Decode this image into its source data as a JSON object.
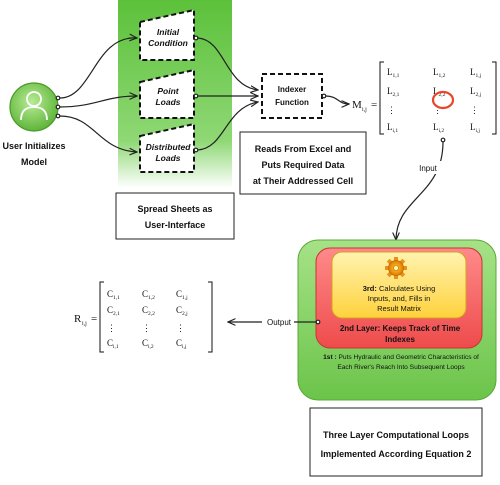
{
  "user": {
    "label_line1": "User Initializes",
    "label_line2": "Model",
    "icon": "person-icon",
    "color": "#7fcf52"
  },
  "spreadsheets": {
    "items": [
      {
        "line1": "Initial",
        "line2": "Condition"
      },
      {
        "line1": "Point",
        "line2": "Loads"
      },
      {
        "line1": "Distributed",
        "line2": "Loads"
      }
    ],
    "caption_line1": "Spread Sheets as",
    "caption_line2": "User-Interface",
    "panel_color": "#5cc13a"
  },
  "indexer": {
    "line1": "Indexer",
    "line2": "Function",
    "caption_line1": "Reads From Excel and",
    "caption_line2": "Puts Required Data",
    "caption_line3": "at Their Addressed Cell"
  },
  "input_matrix": {
    "name": "M",
    "sub": "i,j",
    "rows": [
      [
        "L",
        "1,1",
        "L",
        "1,2",
        "L",
        "1,j"
      ],
      [
        "L",
        "2,1",
        "L",
        "2,2",
        "L",
        "2,j"
      ],
      [
        "⋮",
        "",
        "⋮",
        "",
        "⋮",
        ""
      ],
      [
        "L",
        "i,1",
        "L",
        "i,2",
        "L",
        "i,j"
      ]
    ],
    "highlight_color": "#e8452a"
  },
  "labels": {
    "input": "Input",
    "output": "Output"
  },
  "loops": {
    "layer3_title": "3rd:",
    "layer3_line1": "Calculates Using",
    "layer3_line2": "Inputs, and, Fills in",
    "layer3_line3": "Result Matrix",
    "layer2_line1": "2nd Layer: Keeps Track of Time",
    "layer2_line2": "Indexes",
    "layer1_title": "1st :",
    "layer1_line1": "Puts Hydraulic and Geometric Characteristics of",
    "layer1_line2": "Each River's Reach Into Subsequent Loops",
    "caption_line1": "Three Layer Computational Loops",
    "caption_line2": "Implemented According Equation 2",
    "gear_icon": "gear-icon",
    "colors": {
      "outer": "#7ed05c",
      "middle": "#f05a5a",
      "inner": "#ffd94a"
    }
  },
  "output_matrix": {
    "name": "R",
    "sub": "i,j",
    "rows": [
      [
        "C",
        "1,1",
        "C",
        "1,2",
        "C",
        "1,j"
      ],
      [
        "C",
        "2,1",
        "C",
        "2,2",
        "C",
        "2,j"
      ],
      [
        "⋮",
        "",
        "⋮",
        "",
        "⋮",
        ""
      ],
      [
        "C",
        "i,1",
        "C",
        "i,2",
        "C",
        "i,j"
      ]
    ]
  }
}
